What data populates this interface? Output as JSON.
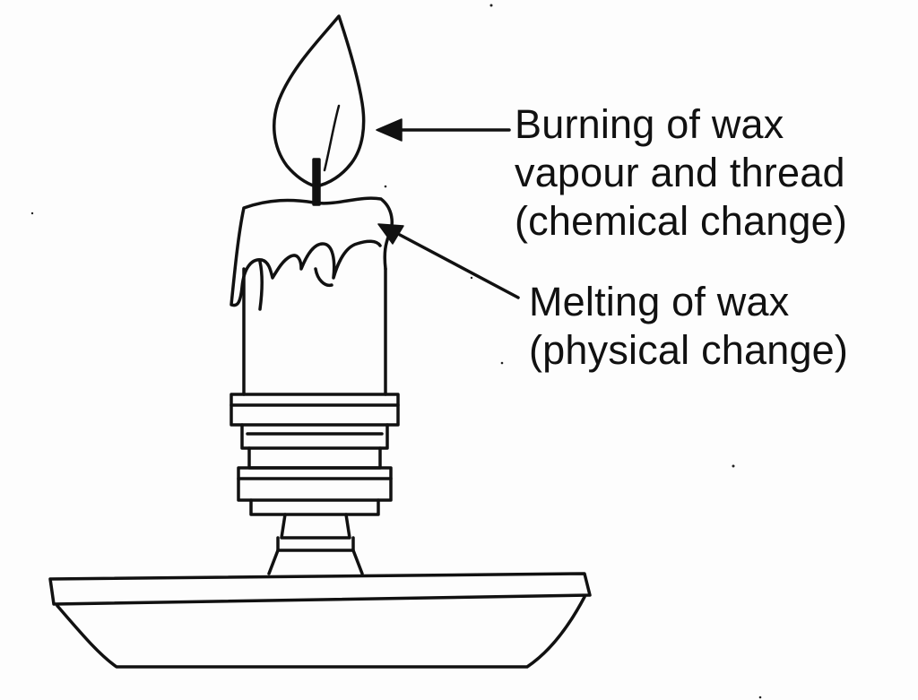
{
  "diagram": {
    "labels": {
      "burning": {
        "line1": "Burning of wax",
        "line2": "vapour and thread",
        "line3": "(chemical change)"
      },
      "melting": {
        "line1": "Melting of wax",
        "line2": "(physical change)"
      }
    },
    "colors": {
      "ink": "#111111",
      "paper": "#fdfdfd"
    }
  }
}
